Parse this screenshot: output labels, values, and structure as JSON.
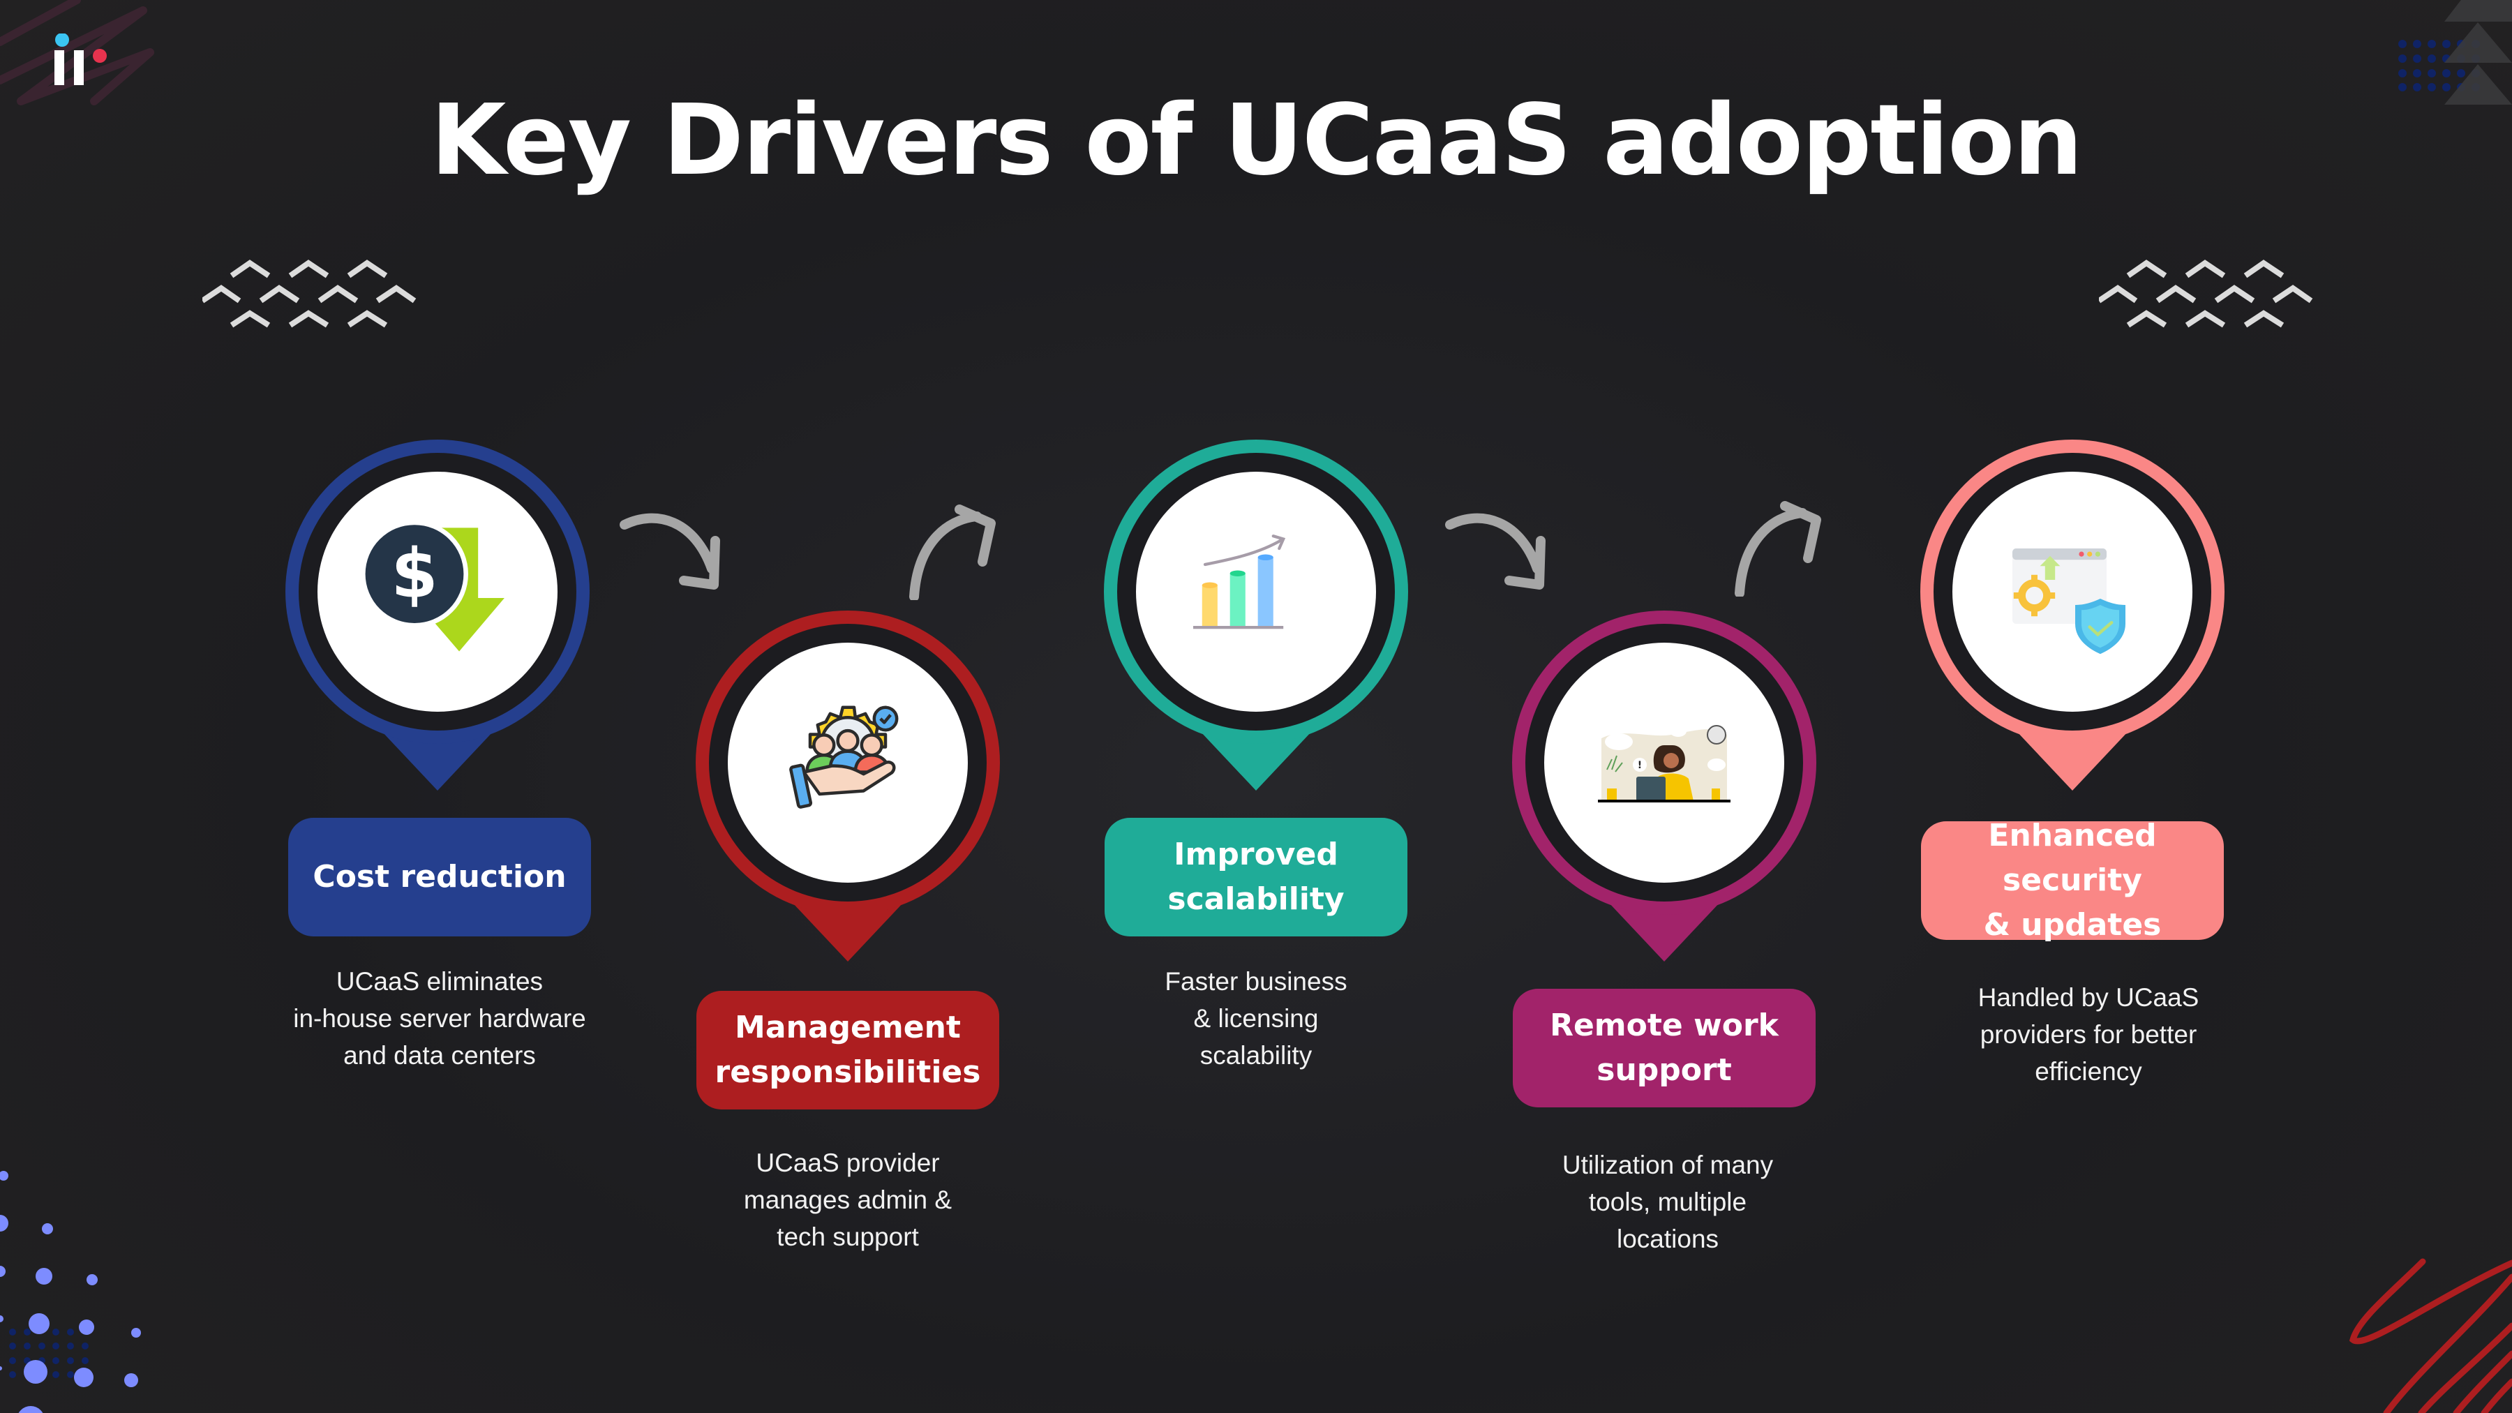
{
  "title": "Key Drivers of UCaaS adoption",
  "colors": {
    "background": "#1f1f22",
    "blue": "#253f8e",
    "red": "#ad1e20",
    "teal": "#1fac98",
    "magenta": "#a2236a",
    "salmon": "#fa8786",
    "arrow_gray": "#a6a6a6",
    "chevron_white": "#dcdcdc"
  },
  "logo": {
    "name": "brand-logo",
    "dot_left": "#3bc4f2",
    "dot_right": "#e8334e"
  },
  "drivers": [
    {
      "id": "cost-reduction",
      "label": "Cost reduction",
      "description": "UCaaS eliminates\nin-house server hardware\nand data centers",
      "icon": "dollar-down-arrow-icon",
      "color": "#253f8e"
    },
    {
      "id": "management-responsibilities",
      "label": "Management\nresponsibilities",
      "description": "UCaaS provider\nmanages admin &\ntech support",
      "icon": "team-in-hand-gear-icon",
      "color": "#ad1e20"
    },
    {
      "id": "improved-scalability",
      "label": "Improved\nscalability",
      "description": "Faster business\n& licensing\nscalability",
      "icon": "growth-bar-chart-icon",
      "color": "#1fac98"
    },
    {
      "id": "remote-work-support",
      "label": "Remote work\nsupport",
      "description": "Utilization of many\ntools, multiple\nlocations",
      "icon": "remote-worker-laptop-icon",
      "color": "#a2236a"
    },
    {
      "id": "enhanced-security",
      "label": "Enhanced security\n& updates",
      "description": "Handled by UCaaS\nproviders for better\nefficiency",
      "icon": "security-update-shield-icon",
      "color": "#fa8786"
    }
  ],
  "connectors": [
    "curved-arrow-down",
    "curved-arrow-up",
    "curved-arrow-down",
    "curved-arrow-up"
  ]
}
